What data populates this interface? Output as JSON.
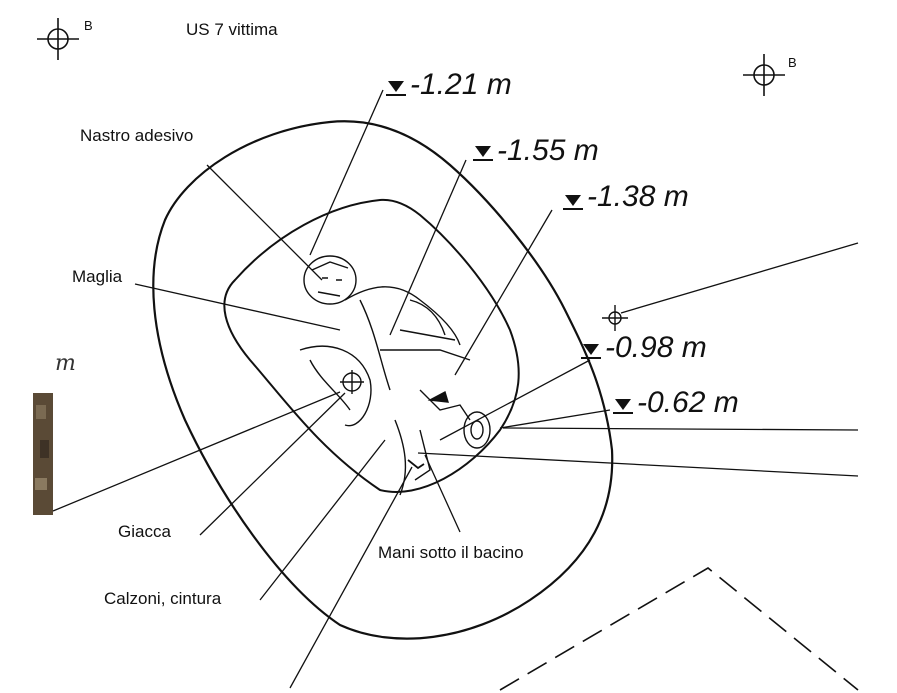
{
  "title": "US 7 vittima",
  "reference_markers": [
    "B",
    "B"
  ],
  "scale_letter": "m",
  "elevations": [
    "-1.21 m",
    "-1.55 m",
    "-1.38 m",
    "-0.98 m",
    "-0.62 m"
  ],
  "labels": {
    "nastro": "Nastro adesivo",
    "maglia": "Maglia",
    "giacca": "Giacca",
    "calzoni": "Calzoni, cintura",
    "mani": "Mani sotto il bacino"
  },
  "colors": {
    "ink": "#111111",
    "photo_strip": "#5a4a36"
  }
}
